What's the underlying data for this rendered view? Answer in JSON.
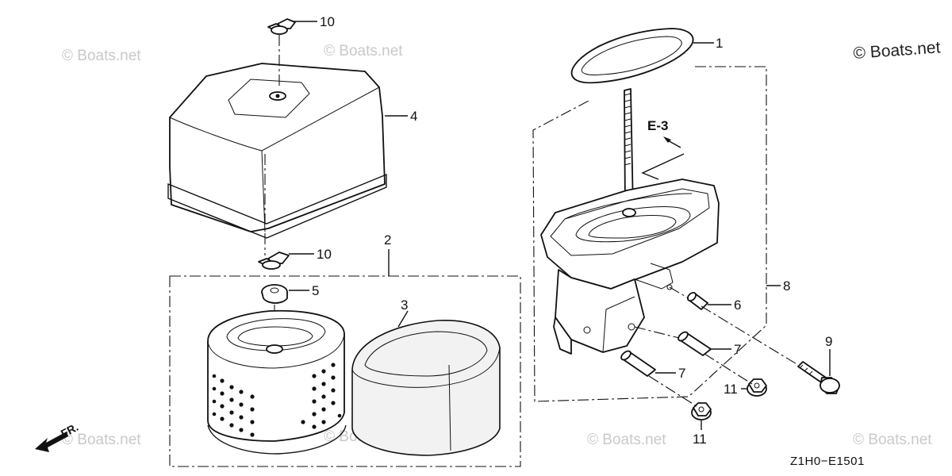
{
  "watermarks": {
    "brand_main": "© Boats.net",
    "brand_faint": "© Boats.net"
  },
  "callouts": {
    "p1": "1",
    "p2": "2",
    "p3": "3",
    "p4": "4",
    "p5": "5",
    "p6": "6",
    "p7a": "7",
    "p7b": "7",
    "p8": "8",
    "p9": "9",
    "p10a": "10",
    "p10b": "10",
    "p11a": "11",
    "p11b": "11"
  },
  "reference": {
    "section": "E-3"
  },
  "direction": {
    "label": "FR."
  },
  "diagram_code": "Z1H0−E1501",
  "colors": {
    "line": "#111111",
    "watermark": "#c9c9c9",
    "background": "#ffffff"
  }
}
